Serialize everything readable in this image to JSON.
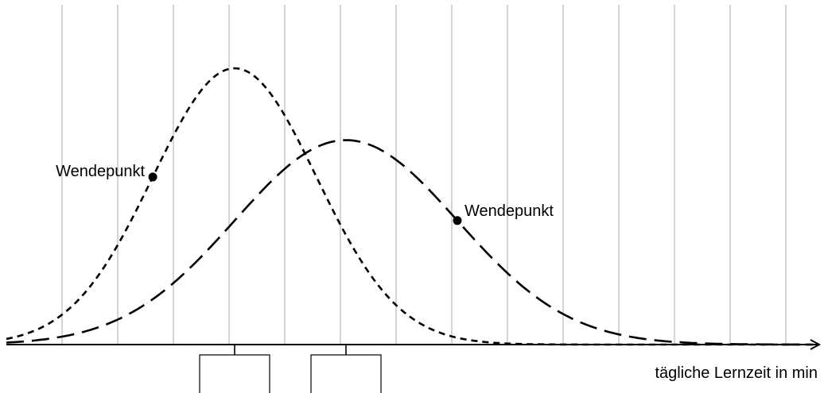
{
  "diagram": {
    "axis_label": "tägliche Lernzeit in min",
    "curves": [
      {
        "name": "",
        "mean": 4.1,
        "sd": 1.47,
        "peak": 1.0,
        "dash": "8 6"
      },
      {
        "name": "",
        "mean": 6.1,
        "sd": 2.0,
        "peak": 0.74,
        "dash": "22 10"
      }
    ],
    "grid_lines": 14,
    "inflection_points": [
      {
        "label": "Wendepunkt",
        "curve": 0,
        "side": "left"
      },
      {
        "label": "Wendepunkt",
        "curve": 1,
        "side": "right"
      }
    ],
    "answer_boxes": [
      {
        "value": "",
        "curve": 0
      },
      {
        "value": "",
        "curve": 1
      }
    ]
  }
}
